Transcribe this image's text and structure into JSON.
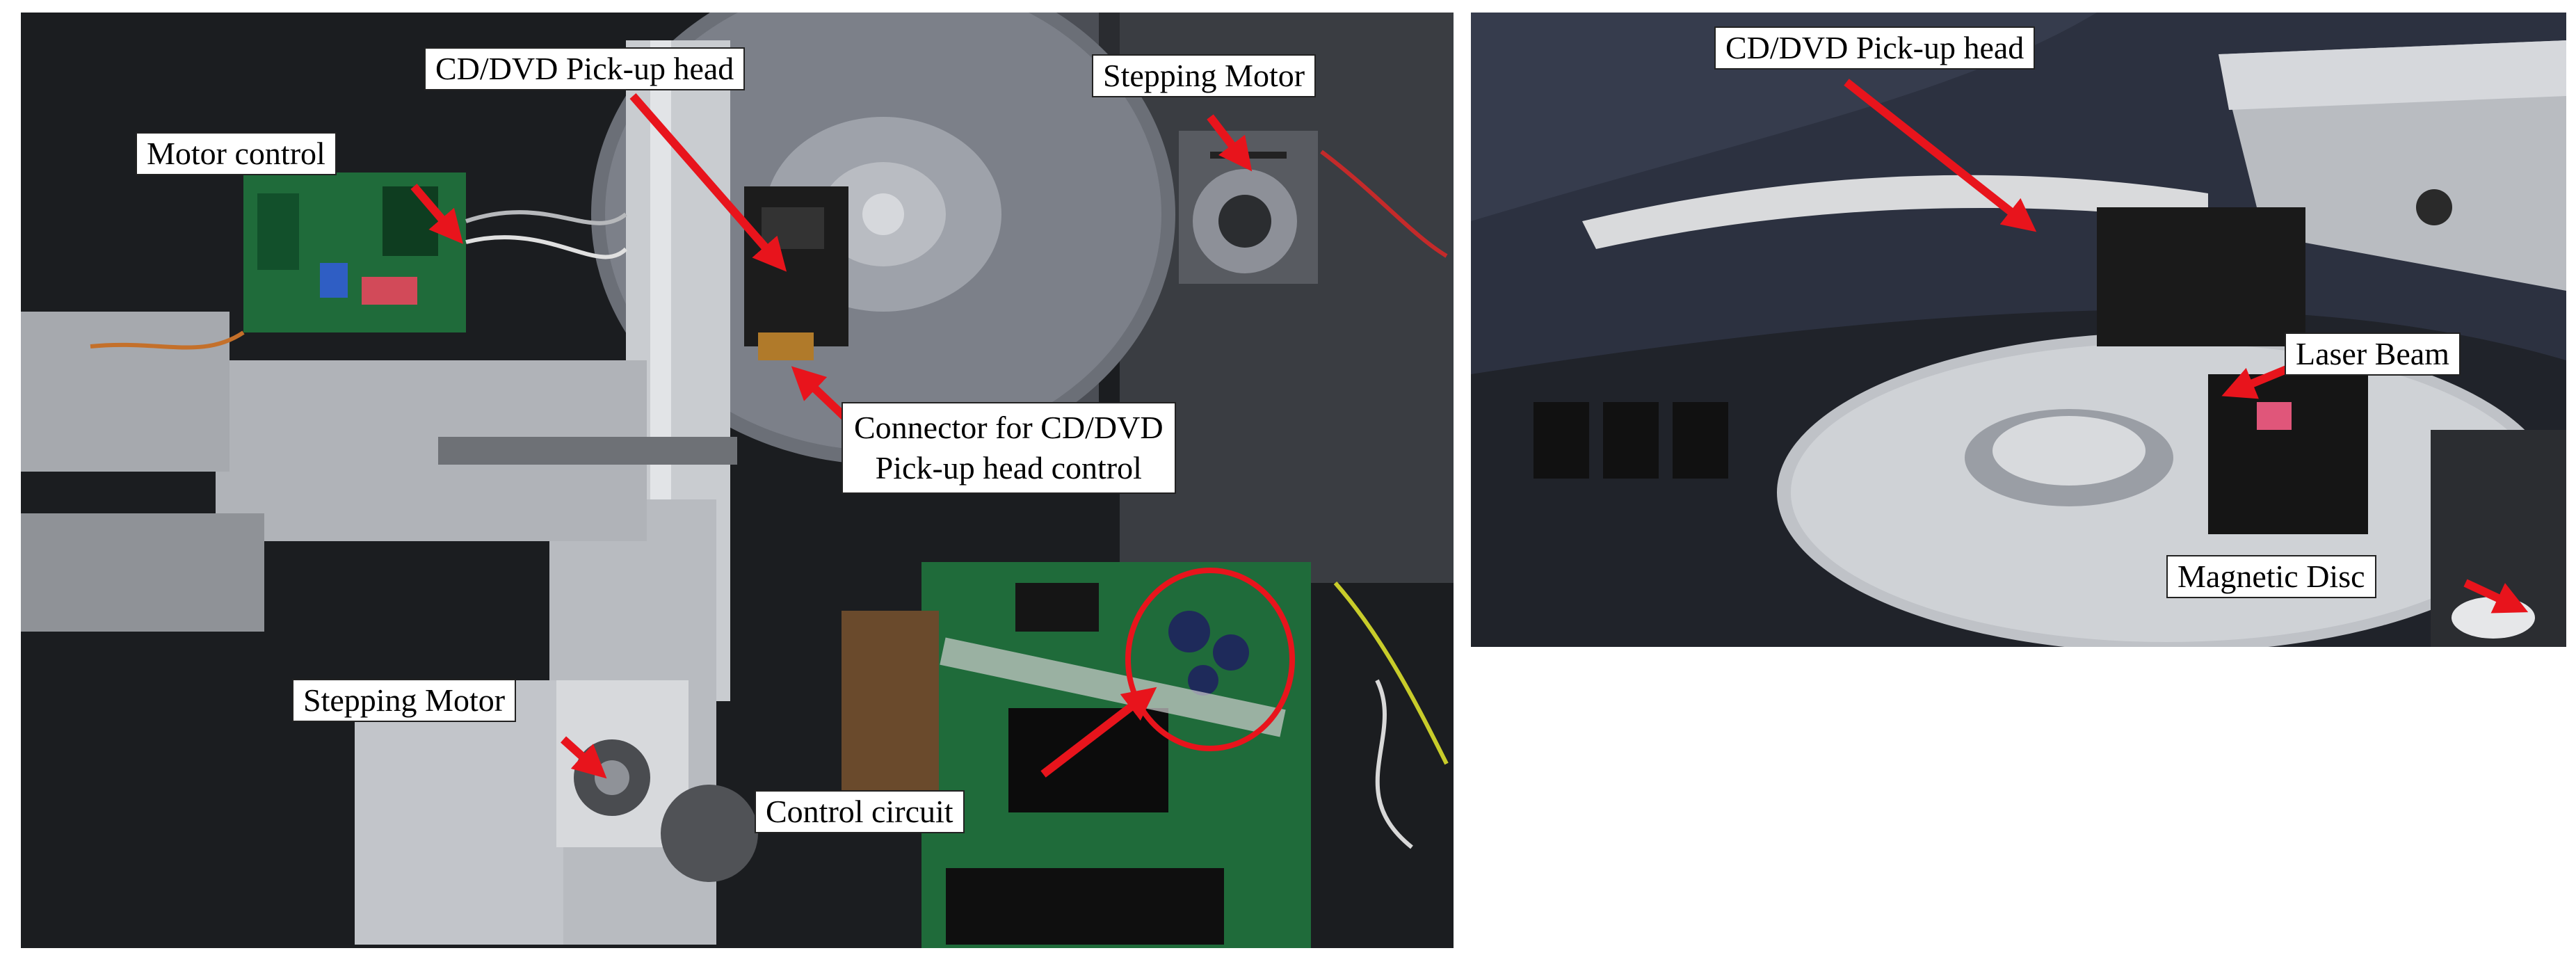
{
  "left_panel": {
    "labels": {
      "pickup_head": "CD/DVD Pick-up head",
      "stepping_motor_top": "Stepping Motor",
      "motor_control": "Motor  control",
      "connector_line1": "Connector for CD/DVD",
      "connector_line2": "Pick-up head  control",
      "stepping_motor_bottom": "Stepping Motor",
      "control_circuit": "Control circuit"
    }
  },
  "right_panel": {
    "labels": {
      "pickup_head": "CD/DVD Pick-up head",
      "laser_beam": "Laser Beam",
      "magnetic_disc": "Magnetic Disc"
    }
  },
  "colors": {
    "arrow": "#e8141c",
    "highlight_circle": "#e8141c",
    "pcb_green": "#1f6b3a",
    "aluminum": "#c9ccd0",
    "platter": "#5c5f66"
  }
}
